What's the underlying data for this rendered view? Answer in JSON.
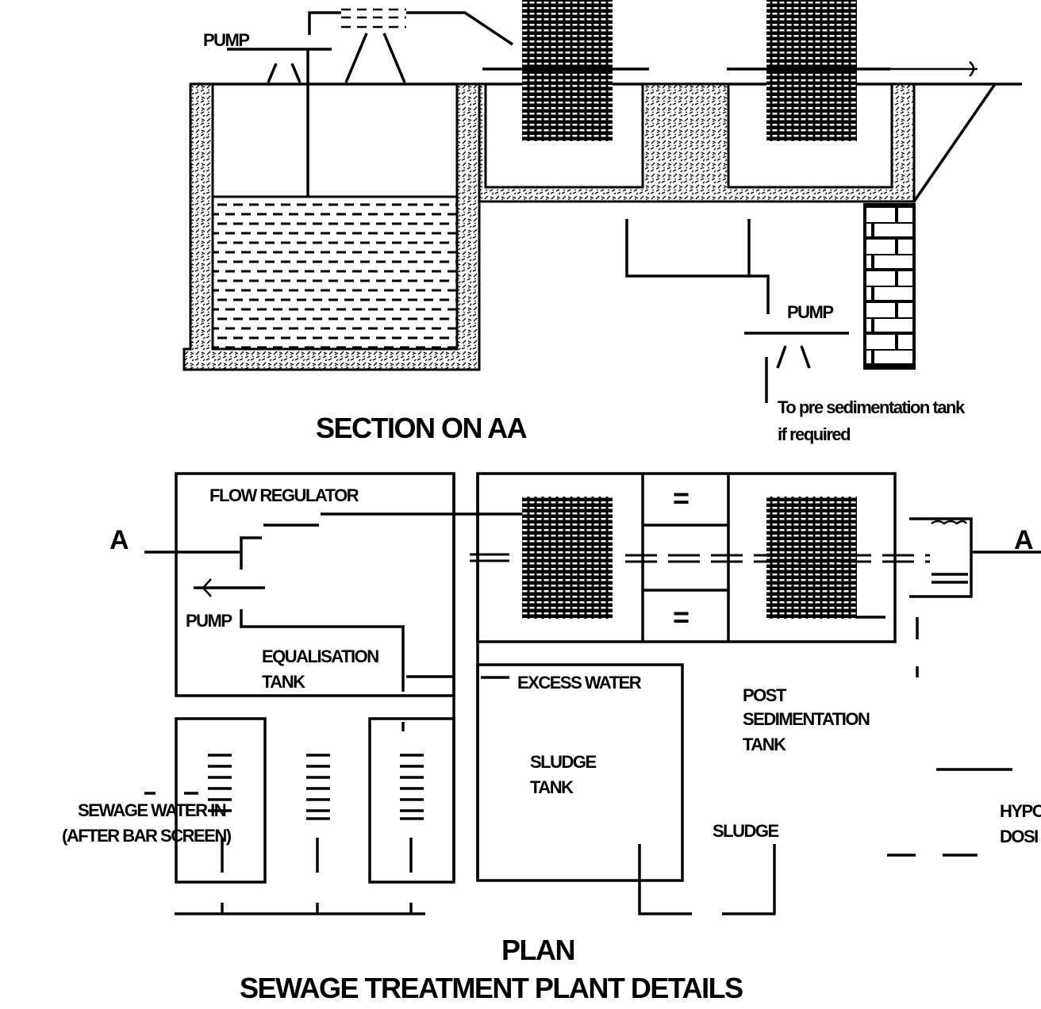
{
  "section": {
    "title": "SECTION ON AA",
    "pump_top": "PUMP",
    "pump_lower": "PUMP",
    "note_line1": "To pre sedimentation tank",
    "note_line2": "if required"
  },
  "plan": {
    "marker_left": "A",
    "marker_right": "A",
    "flow_regulator": "FLOW REGULATOR",
    "pump": "PUMP",
    "equalisation_line1": "EQUALISATION",
    "equalisation_line2": "TANK",
    "sewage_in_line1": "SEWAGE WATER IN",
    "sewage_in_line2": "(AFTER BAR SCREEN)",
    "excess_water": "EXCESS WATER",
    "sludge_tank_line1": "SLUDGE",
    "sludge_tank_line2": "TANK",
    "post_sed_line1": "POST",
    "post_sed_line2": "SEDIMENTATION",
    "post_sed_line3": "TANK",
    "sludge": "SLUDGE",
    "hypo_line1": "HYPO",
    "hypo_line2": "DOSI",
    "equals_sign": "="
  },
  "footer": {
    "plan_title": "PLAN",
    "drawing_title": "SEWAGE TREATMENT PLANT DETAILS"
  }
}
